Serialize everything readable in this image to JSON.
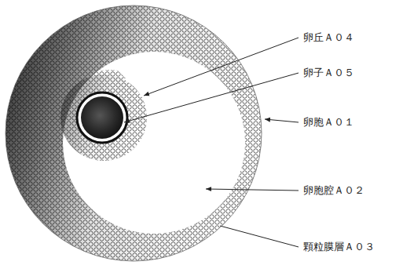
{
  "diagram": {
    "labels": [
      "卵丘Ａ０４",
      "卵子Ａ０５",
      "卵胞Ａ０１",
      "卵胞腔Ａ０２",
      "顆粒膜層Ａ０３"
    ]
  }
}
